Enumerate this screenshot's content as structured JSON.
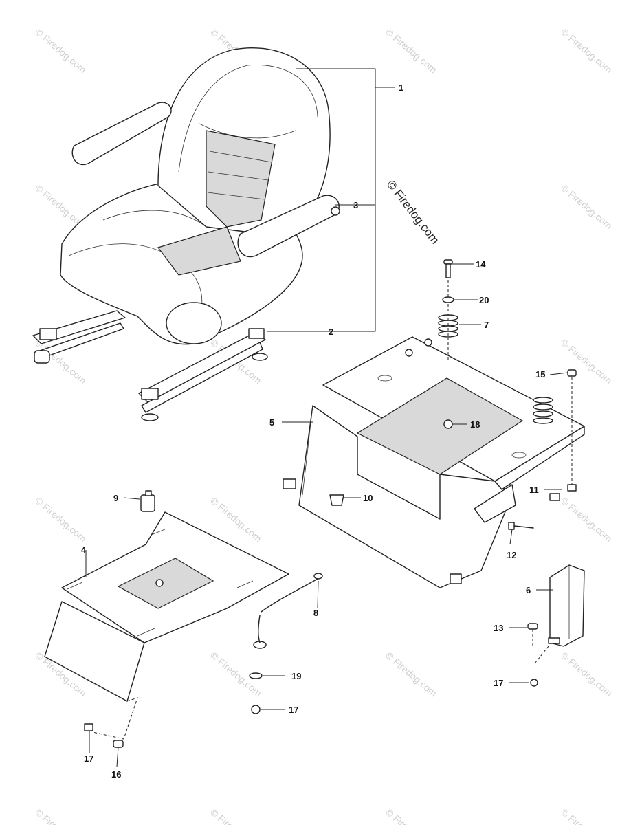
{
  "watermark": {
    "small_text": "© Firedog.com",
    "large_text": "© Firedog.com"
  },
  "callouts": {
    "c1": "1",
    "c2": "2",
    "c3": "3",
    "c4": "4",
    "c5": "5",
    "c6": "6",
    "c7": "7",
    "c8": "8",
    "c9": "9",
    "c10": "10",
    "c11": "11",
    "c12": "12",
    "c13": "13",
    "c14": "14",
    "c15": "15",
    "c16": "16",
    "c17a": "17",
    "c17b": "17",
    "c17c": "17",
    "c18": "18",
    "c19": "19",
    "c20": "20"
  },
  "colors": {
    "line": "#222222",
    "watermark": "#cfcfcf",
    "background": "#ffffff"
  }
}
